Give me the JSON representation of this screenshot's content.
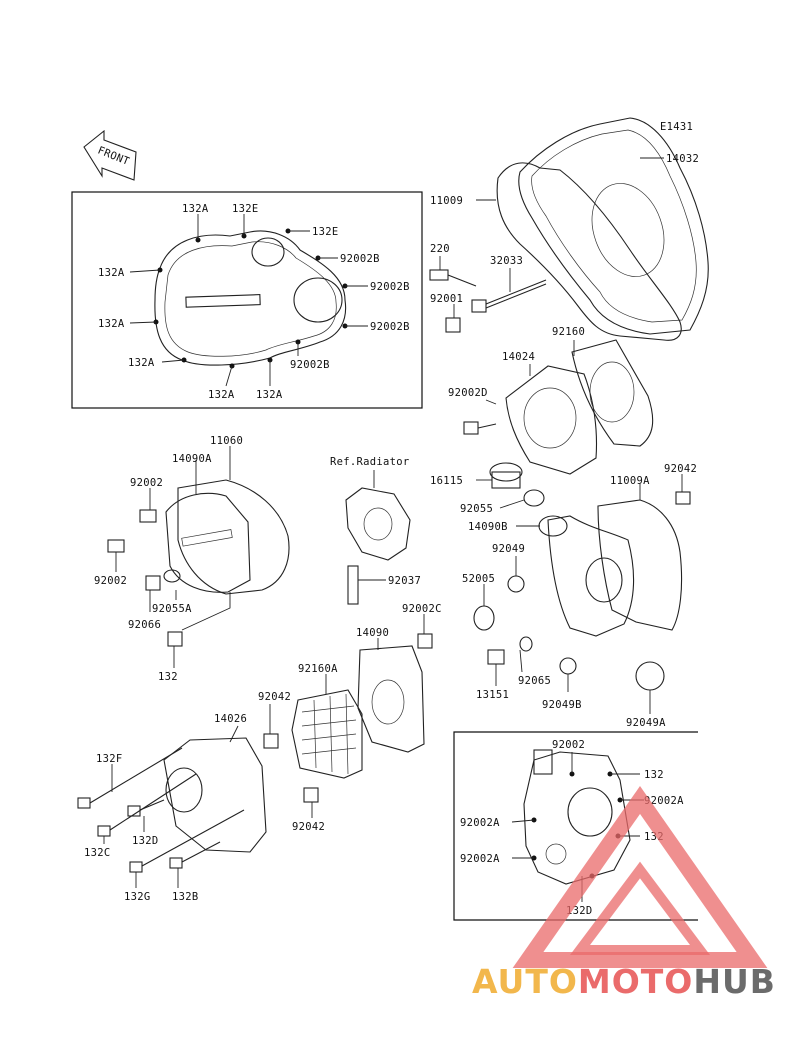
{
  "diagram": {
    "code": "E1431",
    "front_arrow_text": "FRONT",
    "ref_label": "Ref.Radiator",
    "parts": {
      "p14032": "14032",
      "p11009": "11009",
      "p220": "220",
      "p32033": "32033",
      "p92001": "92001",
      "p92160": "92160",
      "p14024": "14024",
      "p92002D": "92002D",
      "p16115": "16115",
      "p92055": "92055",
      "p92042_top": "92042",
      "p11009A": "11009A",
      "p14090B": "14090B",
      "p92049": "92049",
      "p52005": "52005",
      "p92065": "92065",
      "p13151": "13151",
      "p92049B": "92049B",
      "p92049A": "92049A",
      "p11060": "11060",
      "p14090A": "14090A",
      "p92002_a": "92002",
      "p92002_b": "92002",
      "p92055A": "92055A",
      "p92066": "92066",
      "p132_left": "132",
      "p92037": "92037",
      "p92002C": "92002C",
      "p14090": "14090",
      "p92160A": "92160A",
      "p92042_left": "92042",
      "p14026": "14026",
      "p132F": "132F",
      "p132C": "132C",
      "p132D_left": "132D",
      "p132G": "132G",
      "p132B": "132B",
      "p92042_low": "92042"
    },
    "inset1": {
      "l132A_top": "132A",
      "l132E_top": "132E",
      "l132E_right": "132E",
      "l92002B_1": "92002B",
      "l132A_left1": "132A",
      "l92002B_2": "92002B",
      "l132A_left2": "132A",
      "l92002B_3": "92002B",
      "l132A_bottom_left": "132A",
      "l92002B_4": "92002B",
      "l132A_bottom1": "132A",
      "l132A_bottom2": "132A"
    },
    "inset2": {
      "l92002": "92002",
      "l132_1": "132",
      "l92002A_r": "92002A",
      "l92002A_l1": "92002A",
      "l132_2": "132",
      "l92002A_l2": "92002A",
      "l132D": "132D"
    }
  },
  "watermark": {
    "part1": "AUTO",
    "part2": "MOTO",
    "part3": "HUB",
    "color_auto": "#f2b74c",
    "color_moto": "#ea6b6b",
    "color_hub": "#6b6b6b",
    "triangle_color": "#e96a6a"
  }
}
